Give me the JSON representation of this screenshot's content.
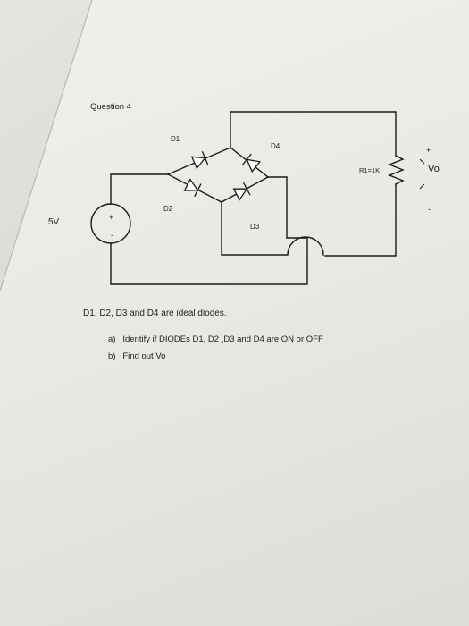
{
  "question": {
    "title": "Question 4"
  },
  "circuit": {
    "labels": {
      "d1": "D1",
      "d2": "D2",
      "d3": "D3",
      "d4": "D4",
      "resistor": "R1=1K",
      "source": "5V",
      "source_plus": "+",
      "source_minus": "-",
      "output_plus": "+",
      "output_minus": "-",
      "output": "Vo"
    }
  },
  "body": {
    "statement": "D1, D2, D3 and D4 are ideal diodes.",
    "items": [
      {
        "marker": "a)",
        "text": "Identify if DIODEs D1, D2 ,D3 and D4 are ON or OFF"
      },
      {
        "marker": "b)",
        "text": "Find out Vo"
      }
    ]
  }
}
